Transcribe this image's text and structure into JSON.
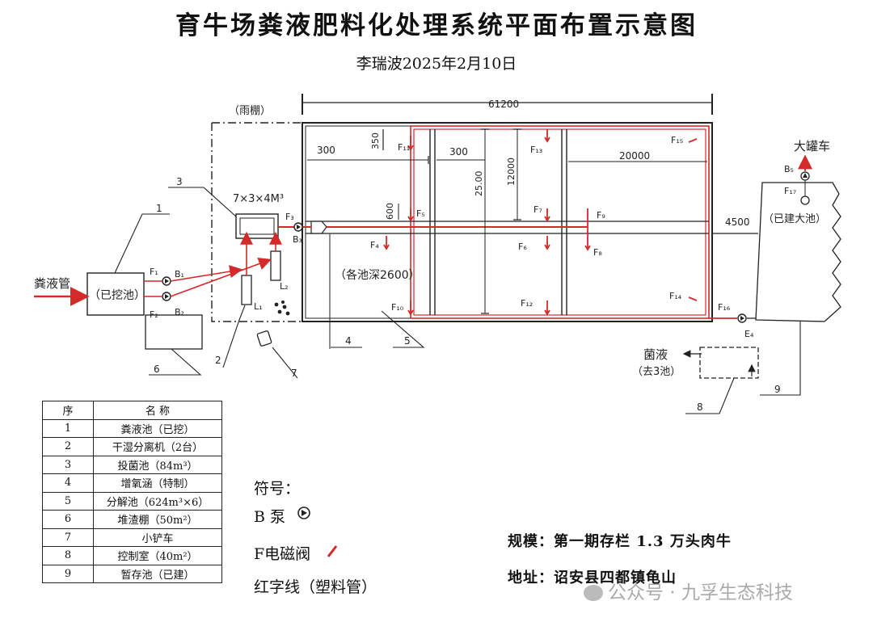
{
  "title": "育牛场粪液肥料化处理系统平面布置示意图",
  "author_date": "李瑞波2025年2月10日",
  "diagram": {
    "canopy": "（雨棚）",
    "total_length": "61200",
    "dim_300a": "300",
    "dim_350": "350",
    "dim_300b": "300",
    "dim_2500": "25.00",
    "dim_12000": "12000",
    "dim_20000": "20000",
    "dim_600": "600",
    "dim_4500": "4500",
    "tank_volume": "7×3×4M³",
    "pool_depth": "（各池深2600）",
    "inlet": "粪液管",
    "pit_dug": "（已挖池）",
    "built_pool": "（已建大池）",
    "tanker": "大罐车",
    "biogas_liquid": "菌液",
    "to_pool3": "（去3池）",
    "valves": {
      "F1": "F₁",
      "F2": "F₂",
      "F3": "F₃",
      "F4": "F₄",
      "F5": "F₅",
      "F6": "F₆",
      "F7": "F₇",
      "F8": "F₈",
      "F9": "F₉",
      "F10": "F₁₀",
      "F11": "F₁₁",
      "F12": "F₁₂",
      "F13": "F₁₃",
      "F14": "F₁₄",
      "F15": "F₁₅",
      "F16": "F₁₆",
      "F17": "F₁₇"
    },
    "pumps": {
      "B1": "B₁",
      "B2": "B₂",
      "B3": "B₃",
      "B4": "E₄",
      "B5": "B₅"
    },
    "separators": {
      "L1": "L₁",
      "L2": "L₂"
    },
    "callouts": [
      "1",
      "2",
      "3",
      "4",
      "5",
      "6",
      "7",
      "8",
      "9"
    ]
  },
  "legend": {
    "headers": [
      "序",
      "名 称"
    ],
    "rows": [
      {
        "no": "1",
        "name": "粪液池（已挖）"
      },
      {
        "no": "2",
        "name": "干湿分离机（2台）"
      },
      {
        "no": "3",
        "name": "投菌池（84m³）"
      },
      {
        "no": "4",
        "name": "增氧涵（特制）"
      },
      {
        "no": "5",
        "name": "分解池（624m³×6）"
      },
      {
        "no": "6",
        "name": "堆渣棚（50m²）"
      },
      {
        "no": "7",
        "name": "小铲车"
      },
      {
        "no": "8",
        "name": "控制室（40m²）"
      },
      {
        "no": "9",
        "name": "暂存池（已建）"
      }
    ]
  },
  "symbols": {
    "heading": "符号：",
    "pump": "B 泵",
    "valve": "F电磁阀",
    "pipe": "红字线（塑料管）"
  },
  "info": {
    "scale": "规模：第一期存栏 1.3 万头肉牛",
    "address": "地址：诏安县四都镇龟山"
  },
  "watermark": "公众号 · 九孚生态科技",
  "colors": {
    "pipe": "#d42a2a",
    "line": "#222222"
  }
}
